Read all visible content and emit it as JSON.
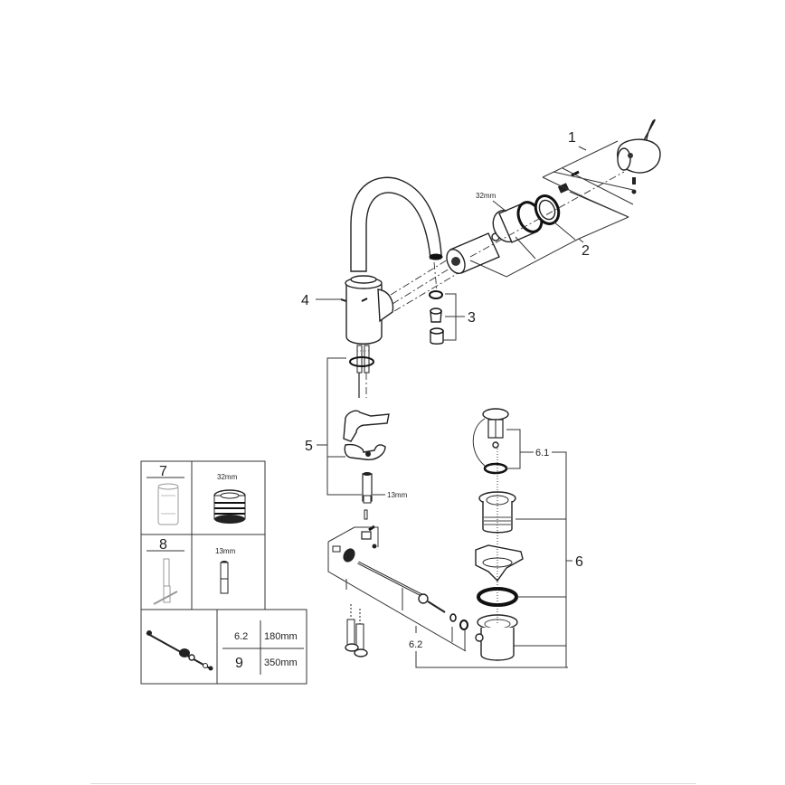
{
  "diagram": {
    "type": "exploded-parts-diagram",
    "subject": "single-lever basin mixer faucet with pop-up waste",
    "callouts": [
      {
        "id": "1",
        "label": "1",
        "part": "lever handle assembly"
      },
      {
        "id": "2",
        "label": "2",
        "part": "cartridge assembly"
      },
      {
        "id": "3",
        "label": "3",
        "part": "aerator set"
      },
      {
        "id": "4",
        "label": "4",
        "part": "faucet body"
      },
      {
        "id": "5",
        "label": "5",
        "part": "mounting set"
      },
      {
        "id": "6",
        "label": "6",
        "part": "pop-up waste set"
      },
      {
        "id": "6.1",
        "label": "6.1",
        "part": "pop-up plug"
      },
      {
        "id": "6.2",
        "label": "6.2",
        "part": "pop-up rod linkage"
      }
    ],
    "dimensions": {
      "cartridge_nut": "32mm",
      "mounting_stud": "13mm"
    }
  },
  "legend_table": {
    "rows": [
      {
        "num": "7",
        "tool": "cartridge puller",
        "size": "32mm"
      },
      {
        "num": "8",
        "tool": "T-wrench",
        "size": "13mm"
      }
    ],
    "rod_lengths": [
      {
        "num": "6.2",
        "length": "180mm"
      },
      {
        "num": "9",
        "length": "350mm"
      }
    ]
  },
  "colors": {
    "background": "#ffffff",
    "line": "#333333",
    "footer_rule": "#dcdcdc"
  }
}
